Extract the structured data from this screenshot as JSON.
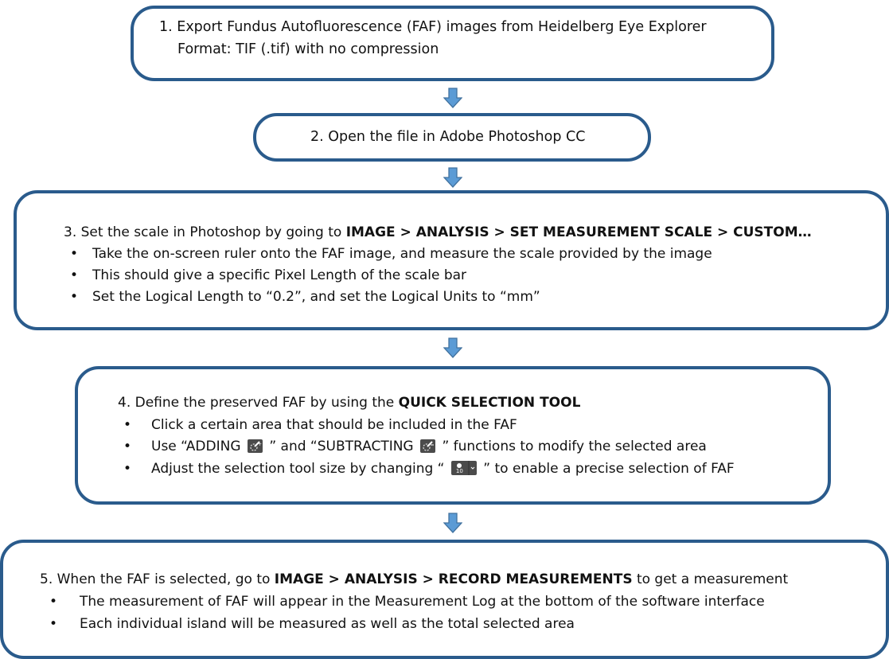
{
  "colors": {
    "box_border": "#2a5b8c",
    "arrow_fill": "#5b9bd5",
    "arrow_stroke": "#41729f",
    "text": "#111111"
  },
  "step1": {
    "line1": "1. Export Fundus Autofluorescence (FAF) images from Heidelberg Eye Explorer",
    "line2": "Format: TIF (.tif) with no compression"
  },
  "step2": {
    "line1": "2. Open the file in Adobe Photoshop CC"
  },
  "step3": {
    "intro": "3. Set the scale in Photoshop by going to ",
    "intro_bold": "IMAGE > ANALYSIS > SET MEASUREMENT SCALE > CUSTOM…",
    "bullets": [
      "Take the on-screen ruler onto the FAF image,  and measure the scale provided by the image",
      "This should give a specific Pixel Length of the scale bar",
      "Set the Logical Length to “0.2”, and set the Logical Units to “mm”"
    ]
  },
  "step4": {
    "intro": "4. Define the preserved FAF by using the ",
    "intro_bold": "QUICK SELECTION TOOL",
    "bullet1": "Click a certain area that should be included in the FAF",
    "bullet2_a": "Use “ADDING",
    "bullet2_b": "” and “SUBTRACTING",
    "bullet2_c": "” functions to modify the selected area",
    "bullet3_a": "Adjust the selection tool size by changing “",
    "bullet3_b": "” to enable a precise selection of FAF",
    "brush_size": "10"
  },
  "step5": {
    "intro": "5. When the FAF is selected, go to ",
    "intro_bold": "IMAGE > ANALYSIS > RECORD MEASUREMENTS",
    "intro_end": " to get a measurement",
    "bullets": [
      "The measurement of FAF will appear in the Measurement Log at the bottom of the software interface",
      "Each individual island will be measured as well as the total selected area"
    ]
  },
  "bullet_char": "•",
  "icons": [
    "down-arrow-icon",
    "add-selection-icon",
    "subtract-selection-icon",
    "brush-size-icon"
  ]
}
